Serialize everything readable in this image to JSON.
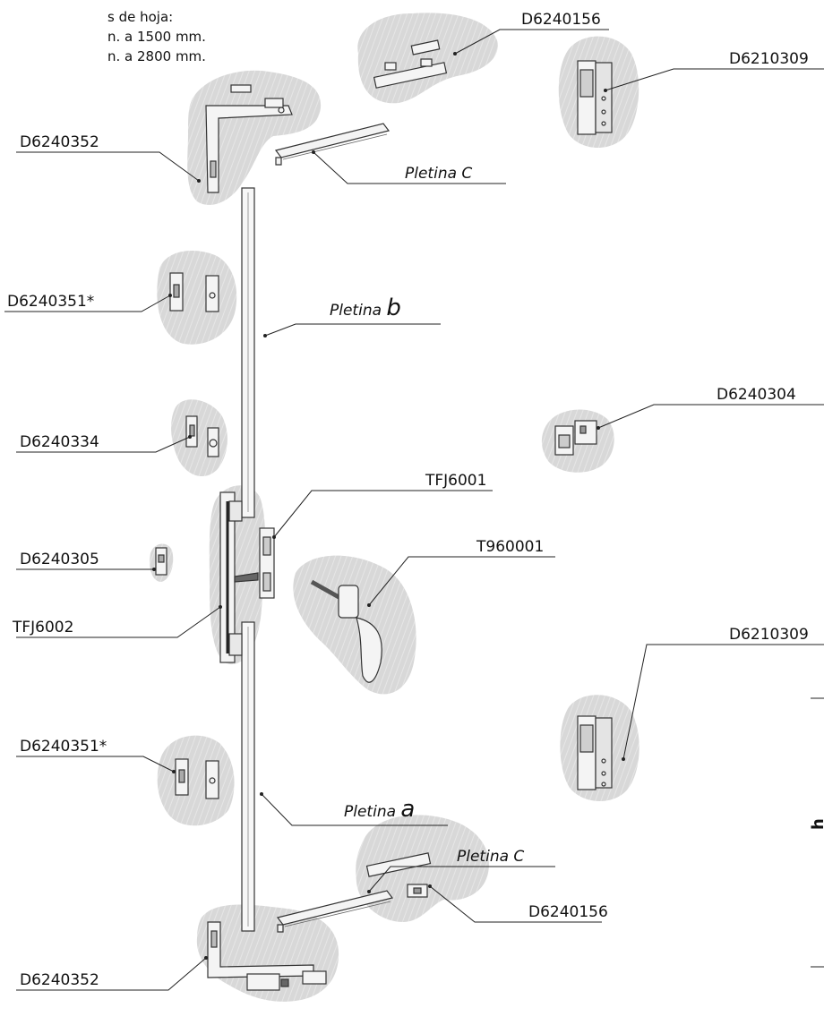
{
  "note": {
    "line1": "s de hoja:",
    "line2": "n. a 1500 mm.",
    "line3": "n. a 2800 mm."
  },
  "labels": {
    "d6240156_top": "D6240156",
    "d6210309_top": "D6210309",
    "d6240352_top": "D6240352",
    "pletina_c_top": "Pletina",
    "pletina_c_top_letter": "C",
    "d6240351_top": "D6240351*",
    "pletina_b": "Pletina",
    "pletina_b_letter": "b",
    "d6240304": "D6240304",
    "d6240334": "D6240334",
    "tfj6001": "TFJ6001",
    "t960001": "T960001",
    "d6240305": "D6240305",
    "tfj6002": "TFJ6002",
    "d6210309_bottom": "D6210309",
    "d6240351_bottom": "D6240351*",
    "pletina_a": "Pletina",
    "pletina_a_letter": "a",
    "pletina_c_bottom": "Pletina",
    "pletina_c_bottom_letter": "C",
    "d6240156_bottom": "D6240156",
    "d6240352_bottom": "D6240352",
    "h_mark": "h"
  },
  "colors": {
    "blob": "#d9d9d9",
    "line": "#222222",
    "part_fill": "#f4f4f4",
    "part_stroke": "#333333"
  }
}
